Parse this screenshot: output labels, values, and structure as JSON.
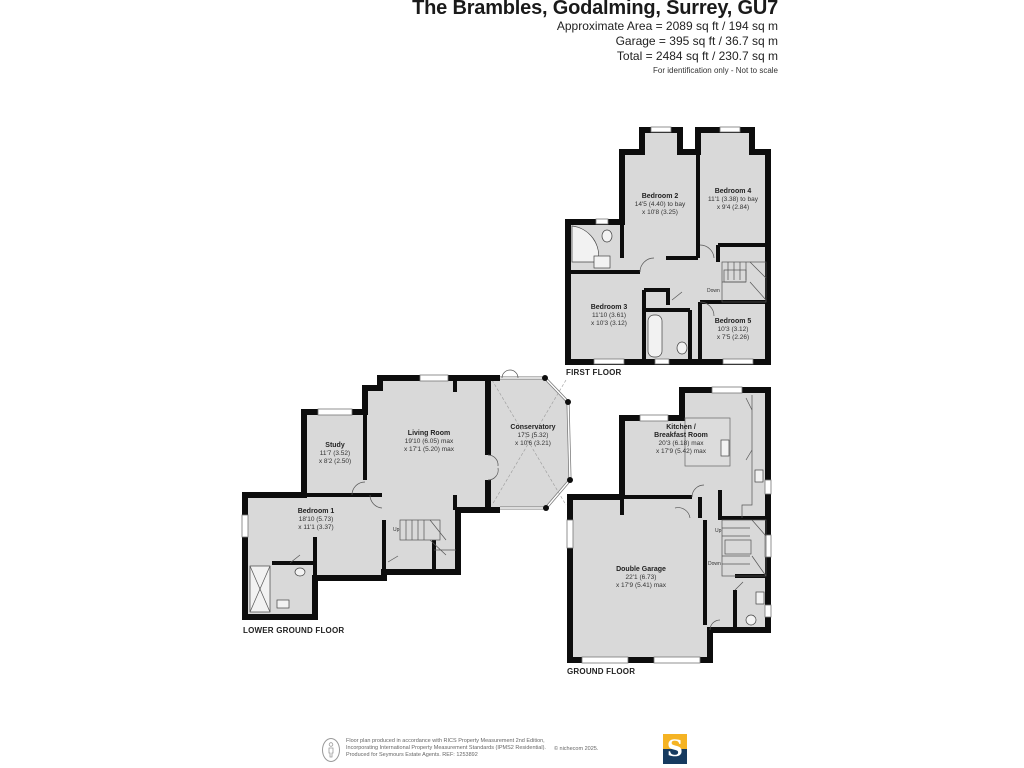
{
  "header": {
    "title": "The Brambles, Godalming, Surrey, GU7",
    "approximate_area": "Approximate Area = 2089 sq ft / 194 sq m",
    "garage_area": "Garage = 395 sq ft / 36.7 sq m",
    "total_area": "Total = 2484 sq ft / 230.7 sq m",
    "note": "For identification only - Not to scale"
  },
  "colors": {
    "wall": "#0d0d0d",
    "floor": "#d9d9d9",
    "logo_top": "#f5b323",
    "logo_bottom": "#163a5f"
  },
  "floors": {
    "first": {
      "label": "FIRST FLOOR",
      "rooms": [
        {
          "name": "Bedroom 2",
          "dim1": "14'5 (4.40) to bay",
          "dim2": "x 10'8 (3.25)"
        },
        {
          "name": "Bedroom 4",
          "dim1": "11'1 (3.38) to bay",
          "dim2": "x 9'4 (2.84)"
        },
        {
          "name": "Bedroom 3",
          "dim1": "11'10 (3.61)",
          "dim2": "x 10'3 (3.12)"
        },
        {
          "name": "Bedroom 5",
          "dim1": "10'3 (3.12)",
          "dim2": "x 7'5 (2.26)"
        }
      ],
      "stairs": "Down"
    },
    "lower_ground": {
      "label": "LOWER GROUND FLOOR",
      "rooms": [
        {
          "name": "Living Room",
          "dim1": "19'10 (6.05) max",
          "dim2": "x 17'1 (5.20) max"
        },
        {
          "name": "Study",
          "dim1": "11'7 (3.52)",
          "dim2": "x 8'2 (2.50)"
        },
        {
          "name": "Conservatory",
          "dim1": "17'5 (5.32)",
          "dim2": "x 10'6 (3.21)"
        },
        {
          "name": "Bedroom 1",
          "dim1": "18'10 (5.73)",
          "dim2": "x 11'1 (3.37)"
        }
      ],
      "stairs": "Up"
    },
    "ground": {
      "label": "GROUND FLOOR",
      "rooms": [
        {
          "name": "Kitchen /",
          "name2": "Breakfast Room",
          "dim1": "20'3 (6.18) max",
          "dim2": "x 17'9 (5.42) max"
        },
        {
          "name": "Double Garage",
          "dim1": "22'1 (6.73)",
          "dim2": "x 17'9 (5.41) max"
        }
      ],
      "stairs_up": "Up",
      "stairs_down": "Down"
    }
  },
  "footer": {
    "line1": "Floor plan produced in accordance with RICS Property Measurement 2nd Edition,",
    "line2": "Incorporating International Property Measurement Standards (IPMS2 Residential).",
    "line3": "Produced for Seymours Estate Agents.   REF: 1253892",
    "copyright": "© nichecom 2025.",
    "logo_letter": "S"
  }
}
